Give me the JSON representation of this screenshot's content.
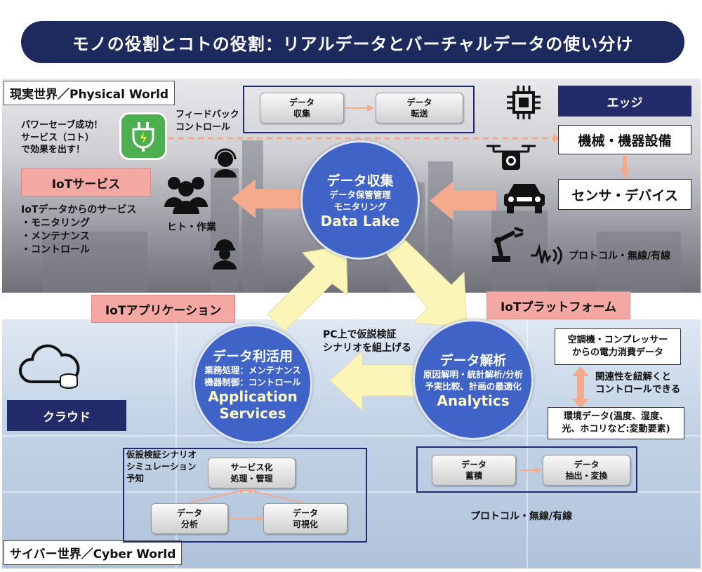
{
  "title": "モノの役割とコトの役割：リアルデータとバーチャルデータの使い分け",
  "physical_world_label": "現実世界／Physical World",
  "cyber_world_label": "サイバー世界／Cyber World",
  "top_steps": {
    "collect": "データ\n収集",
    "transfer": "データ\n転送"
  },
  "success_text": "パワーセーブ成功！\nサービス（コト）\nで効果を出す！",
  "feedback_text": "フィードバック\nコントロール",
  "edge_label": "エッジ",
  "machine_label": "機械・機器設備",
  "sensor_label": "センサ・デバイス",
  "protocol_physical": "プロトコル・無線/有線",
  "iot_service_label": "IoTサービス",
  "iot_service_list": "IoTデータからのサービス\n・モニタリング\n・メンテナンス\n・コントロール",
  "people_label": "ヒト・作業",
  "data_lake": {
    "title": "データ収集",
    "sub": "データ保管管理\nモニタリング",
    "eng": "Data Lake"
  },
  "iot_app_label": "IoTアプリケーション",
  "iot_platform_label": "IoTプラットフォーム",
  "app_services": {
    "title": "データ利活用",
    "sub": "業務処理：メンテナンス\n機器制御：コントロール",
    "eng": "Application\nServices"
  },
  "analytics": {
    "title": "データ解析",
    "sub": "原因解明・統計解析/分析\n予実比較、計画の最適化",
    "eng": "Analytics"
  },
  "pc_text": "PC上で仮説検証\nシナリオを組上げる",
  "cloud_label": "クラウド",
  "power_data": "空調機・コンプレッサー\nからの電力消費データ",
  "relation_text": "関連性を紐解くと\nコントロールできる",
  "env_data": "環境データ(温度、湿度、\n光、ホコリなど:変動要素)",
  "hypothesis_text": "仮設検証シナリオ\nシミュレーション\n予知",
  "bottom_steps": {
    "service": "サービス化\n処理・管理",
    "analysis": "データ\n分析",
    "visualize": "データ\n可視化",
    "store": "データ\n蓄積",
    "extract": "データ\n抽出・変換"
  },
  "protocol_cyber": "プロトコル・無線/有線",
  "colors": {
    "navy": "#1c2a5e",
    "circle_blue": "#3f63c6",
    "pink": "#f4a8a3",
    "arrow_yellow": "#fbf5b8",
    "arrow_orange": "#f5ab8b"
  }
}
